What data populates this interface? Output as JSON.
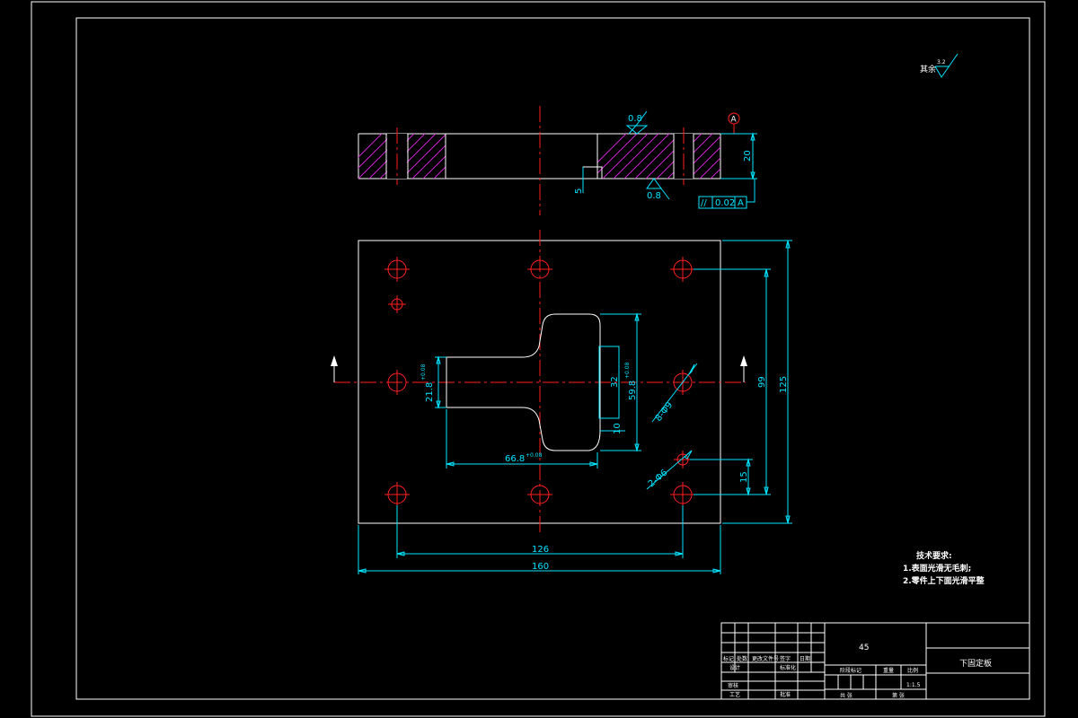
{
  "surface_roughness_note": {
    "label": "其余",
    "value": "3.2"
  },
  "section_view": {
    "roughness_top": "0.8",
    "roughness_bottom": "0.8",
    "datum": "A",
    "thickness": "20",
    "pocket_depth": "5",
    "parallelism": {
      "symbol": "//",
      "tolerance": "0.02",
      "datum": "A"
    }
  },
  "plan_view": {
    "dims": {
      "width_overall": "160",
      "hole_spacing_x": "126",
      "height_overall": "125",
      "hole_spacing_y": "99",
      "offset_15": "15",
      "slot_width": "21.8",
      "slot_width_tol": "+0.08",
      "head_height": "59.8",
      "head_height_tol": "+0.08",
      "inner_32": "32",
      "small_10": "10",
      "profile_length": "66.8",
      "profile_length_tol": "+0.08",
      "holes_8": "8-Φ9",
      "holes_2": "2-Φ6"
    }
  },
  "tech_requirements": {
    "title": "技术要求:",
    "items": [
      "1.表面光滑无毛刺;",
      "2.零件上下面光滑平整"
    ]
  },
  "title_block": {
    "material": "45",
    "part_name": "下固定板",
    "scale": "1:1.5",
    "labels": {
      "mark": "标记",
      "count": "处数",
      "zone": "更改文件号",
      "signature": "签字",
      "date": "日期",
      "design": "设计",
      "standardize": "标准化",
      "review": "审核",
      "process": "工艺",
      "approve": "批准",
      "stage_mark": "阶段标记",
      "weight": "重量",
      "ratio": "比例",
      "sheet_total": "共 张",
      "sheet_no": "第 张"
    }
  }
}
